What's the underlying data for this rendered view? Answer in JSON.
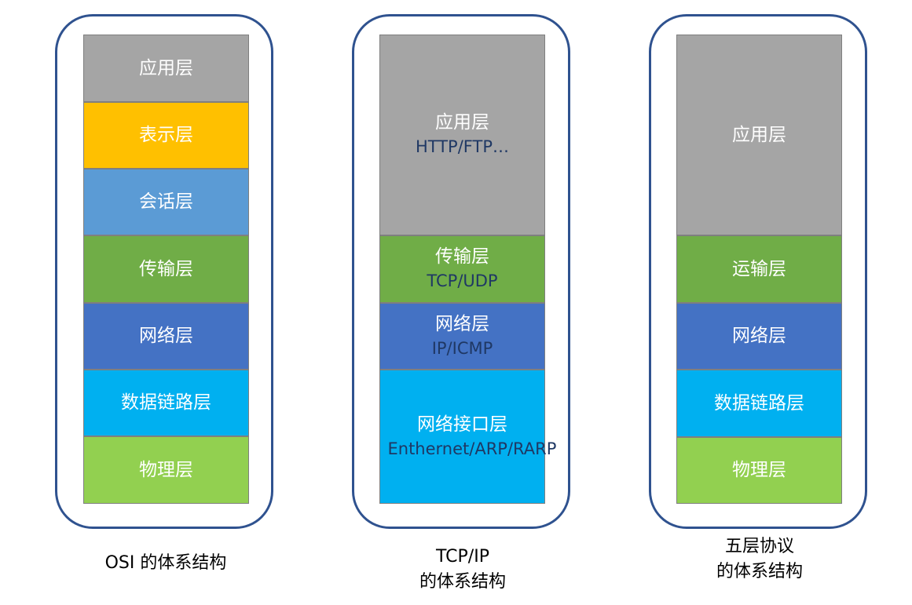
{
  "colors": {
    "application": "#a5a5a5",
    "presentation": "#ffc000",
    "session": "#5b9bd5",
    "transport": "#70ad47",
    "network": "#4472c4",
    "datalink": "#00b0f0",
    "physical": "#92d050",
    "border": "#2f528f",
    "protocol_text": "#1f3864"
  },
  "osi": {
    "caption": "OSI 的体系结构",
    "layers": [
      "应用层",
      "表示层",
      "会话层",
      "传输层",
      "网络层",
      "数据链路层",
      "物理层"
    ]
  },
  "tcpip": {
    "caption_line1": "TCP/IP",
    "caption_line2": "的体系结构",
    "layers": [
      {
        "name": "应用层",
        "protocols": "HTTP/FTP…"
      },
      {
        "name": "传输层",
        "protocols": "TCP/UDP"
      },
      {
        "name": "网络层",
        "protocols": "IP/ICMP"
      },
      {
        "name": "网络接口层",
        "protocols": "Enthernet/ARP/RARP"
      }
    ]
  },
  "five": {
    "caption_line1": "五层协议",
    "caption_line2": "的体系结构",
    "layers": [
      "应用层",
      "运输层",
      "网络层",
      "数据链路层",
      "物理层"
    ]
  }
}
